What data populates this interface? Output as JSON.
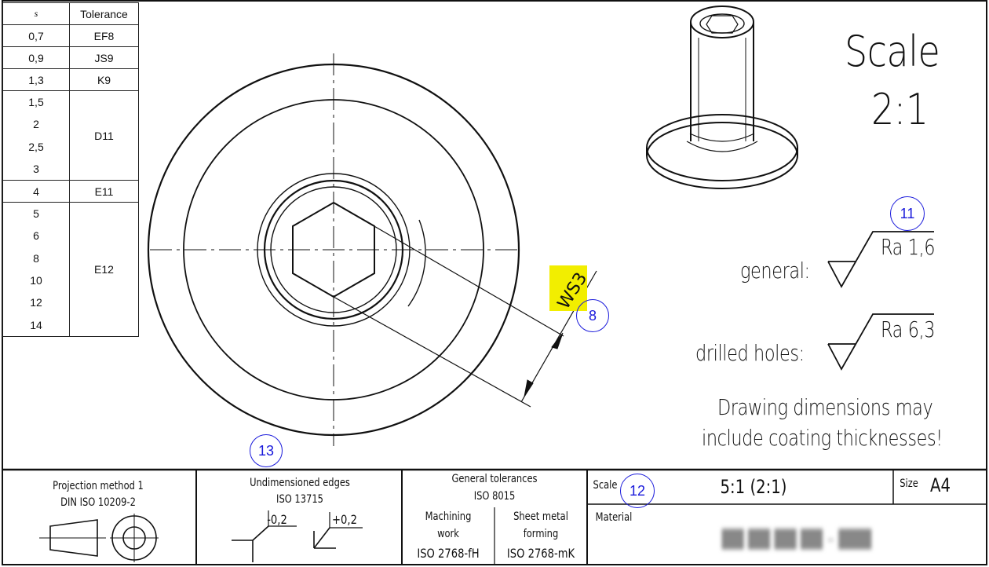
{
  "tolerance_table": {
    "header_s": "s",
    "header_tolerance": "Tolerance",
    "rows": [
      {
        "sizes": [
          "0,7"
        ],
        "tol": "EF8"
      },
      {
        "sizes": [
          "0,9"
        ],
        "tol": "JS9"
      },
      {
        "sizes": [
          "1,3"
        ],
        "tol": "K9"
      },
      {
        "sizes": [
          "1,5",
          "2",
          "2,5",
          "3"
        ],
        "tol": "D11"
      },
      {
        "sizes": [
          "4"
        ],
        "tol": "E11"
      },
      {
        "sizes": [
          "5",
          "6",
          "8",
          "10",
          "12",
          "14"
        ],
        "tol": "E12"
      }
    ]
  },
  "drawing": {
    "scale_title": "Scale",
    "scale_value": "2:1",
    "dimension_label": "WS3",
    "surface": {
      "general_label": "general:",
      "general_value": "Ra 1,6",
      "drilled_label": "drilled holes:",
      "drilled_value": "Ra 6,3"
    },
    "note_line1": "Drawing dimensions may",
    "note_line2": "include coating thicknesses!"
  },
  "callouts": {
    "c8": "8",
    "c11": "11",
    "c12": "12",
    "c13": "13"
  },
  "title_block": {
    "projection_line1": "Projection method 1",
    "projection_line2": "DIN ISO 10209-2",
    "edges_line1": "Undimensioned edges",
    "edges_line2": "ISO 13715",
    "edge_neg": "-0,2",
    "edge_pos": "+0,2",
    "gen_tol_line1": "General tolerances",
    "gen_tol_line2": "ISO 8015",
    "machining_line1": "Machining",
    "machining_line2": "work",
    "machining_std": "ISO 2768-fH",
    "sheet_line1": "Sheet metal",
    "sheet_line2": "forming",
    "sheet_std": "ISO 2768-mK",
    "scale_label": "Scale",
    "scale_value": "5:1 (2:1)",
    "size_label": "Size",
    "size_value": "A4",
    "material_label": "Material",
    "material_value": "██ ██ ██ ██ – ███"
  },
  "colors": {
    "line": "#111111",
    "callout": "#1a1adb",
    "highlight": "#f2ee00"
  }
}
